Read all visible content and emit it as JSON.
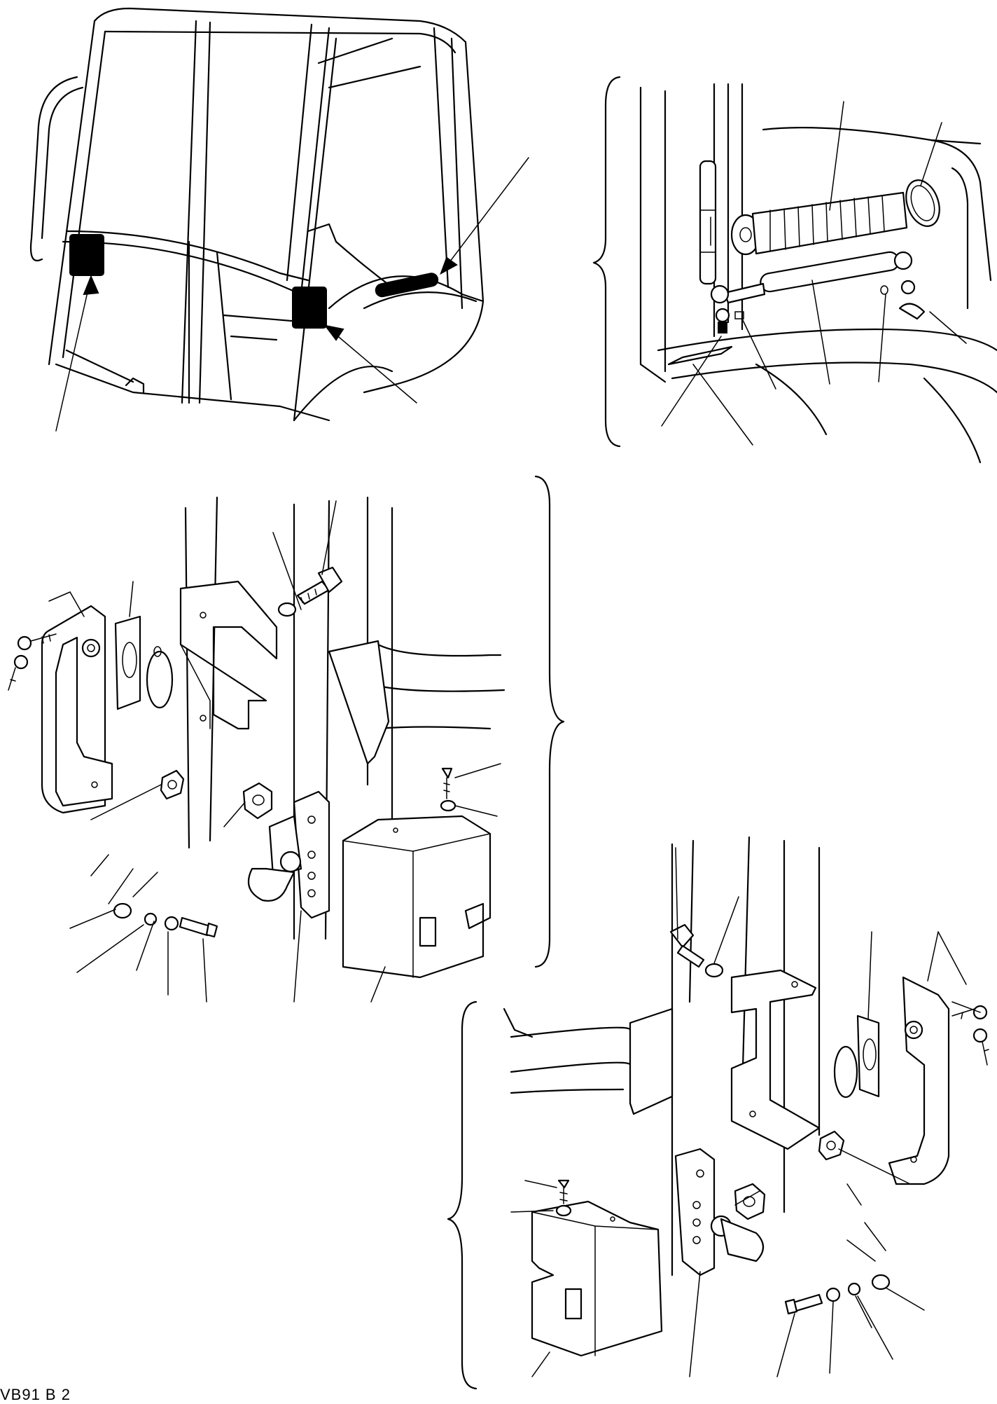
{
  "footer": {
    "drawing_code": "VB91 B 2"
  },
  "colors": {
    "ink": "#000000",
    "paper": "#ffffff"
  },
  "views": [
    {
      "id": "cab-overview",
      "icon": "excavator-cab-icon"
    },
    {
      "id": "door-gas-strut-detail",
      "icon": "gas-strut-icon"
    },
    {
      "id": "left-door-latch-exploded",
      "icon": "door-latch-icon"
    },
    {
      "id": "right-door-latch-exploded",
      "icon": "door-latch-icon"
    }
  ]
}
